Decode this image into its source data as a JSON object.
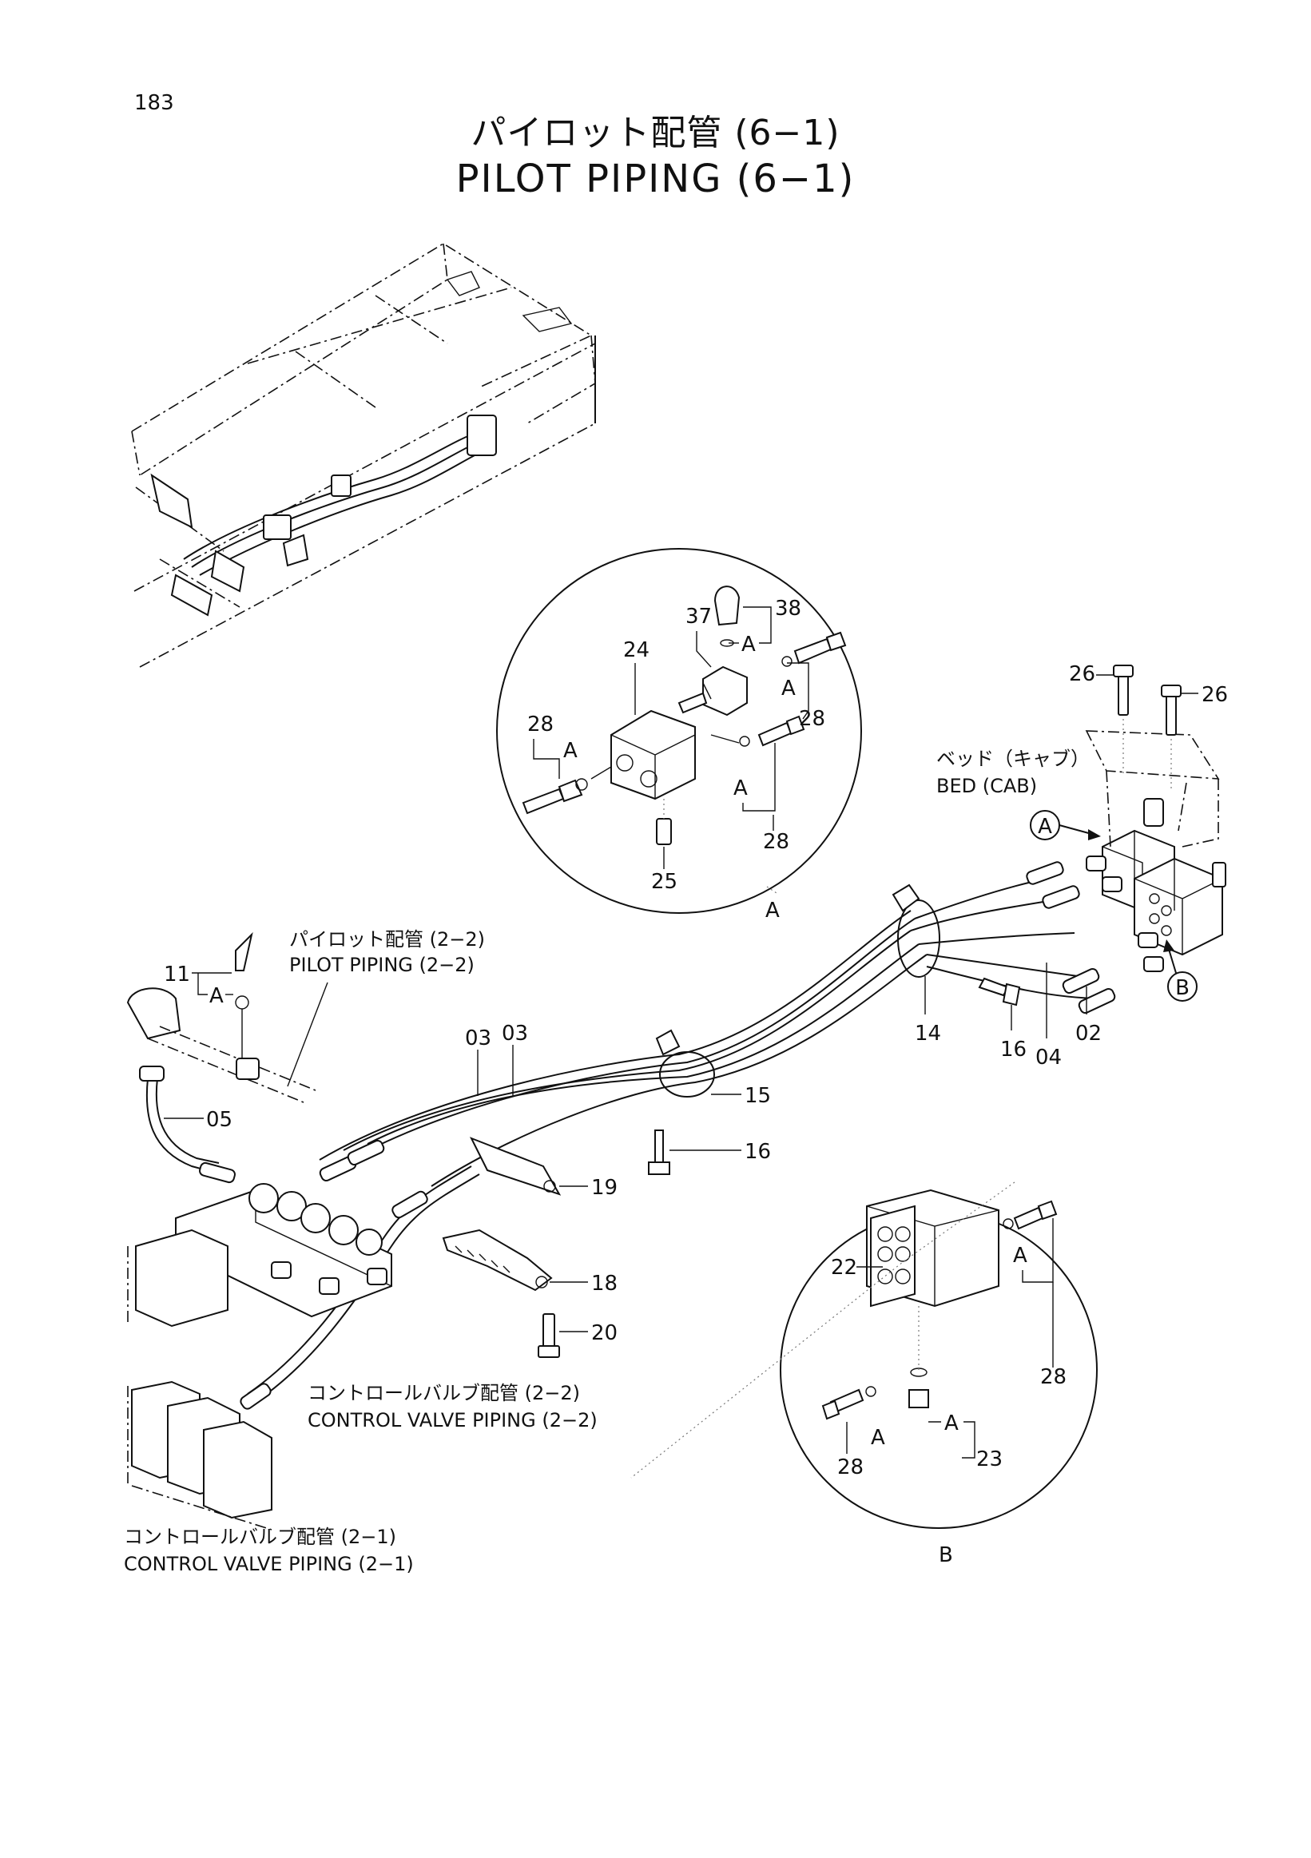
{
  "page_number": "183",
  "title": {
    "jp": "パイロット配管 (6−1)",
    "en": "PILOT PIPING (6−1)"
  },
  "references": [
    {
      "jp": "パイロット配管 (2−2)",
      "en": "PILOT PIPING (2−2)"
    },
    {
      "jp": "ベッド（キャブ）",
      "en": "BED (CAB)"
    },
    {
      "jp": "コントロールバルブ配管 (2−2)",
      "en": "CONTROL VALVE PIPING (2−2)"
    },
    {
      "jp": "コントロールバルブ配管 (2−1)",
      "en": "CONTROL VALVE PIPING (2−1)"
    }
  ],
  "callouts": {
    "detail_a": "A",
    "detail_b": "B",
    "seal_ref": "A"
  },
  "part_numbers": {
    "p02": "02",
    "p03": "03",
    "p04": "04",
    "p05": "05",
    "p11": "11",
    "p14": "14",
    "p15": "15",
    "p16": "16",
    "p18": "18",
    "p19": "19",
    "p20": "20",
    "p22": "22",
    "p23": "23",
    "p24": "24",
    "p25": "25",
    "p26": "26",
    "p28": "28",
    "p37": "37",
    "p38": "38"
  }
}
